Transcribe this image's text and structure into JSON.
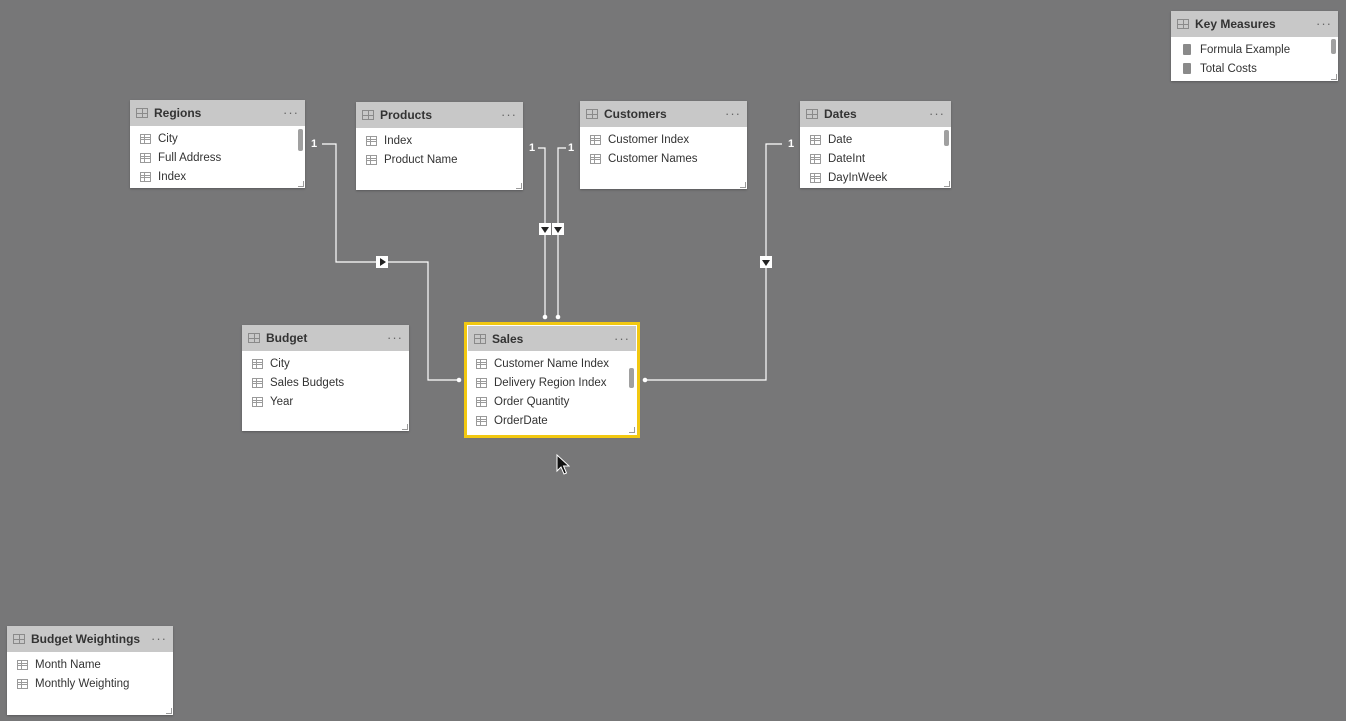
{
  "tables": {
    "regions": {
      "title": "Regions",
      "fields": [
        "City",
        "Full Address",
        "Index"
      ]
    },
    "products": {
      "title": "Products",
      "fields": [
        "Index",
        "Product Name"
      ]
    },
    "customers": {
      "title": "Customers",
      "fields": [
        "Customer Index",
        "Customer Names"
      ]
    },
    "dates": {
      "title": "Dates",
      "fields": [
        "Date",
        "DateInt",
        "DayInWeek"
      ]
    },
    "budget": {
      "title": "Budget",
      "fields": [
        "City",
        "Sales Budgets",
        "Year"
      ]
    },
    "sales": {
      "title": "Sales",
      "fields": [
        "Customer Name Index",
        "Delivery Region Index",
        "Order Quantity",
        "OrderDate"
      ]
    },
    "key_measures": {
      "title": "Key Measures",
      "fields": [
        "Formula Example",
        "Total Costs"
      ]
    },
    "budget_weightings": {
      "title": "Budget Weightings",
      "fields": [
        "Month Name",
        "Monthly Weighting"
      ]
    }
  },
  "cardinality": {
    "one": "1"
  },
  "more_glyph": "···",
  "colors": {
    "canvas": "#777778",
    "selected_outline": "#f2c811",
    "header": "#c8c8c8",
    "line": "#ffffff"
  }
}
